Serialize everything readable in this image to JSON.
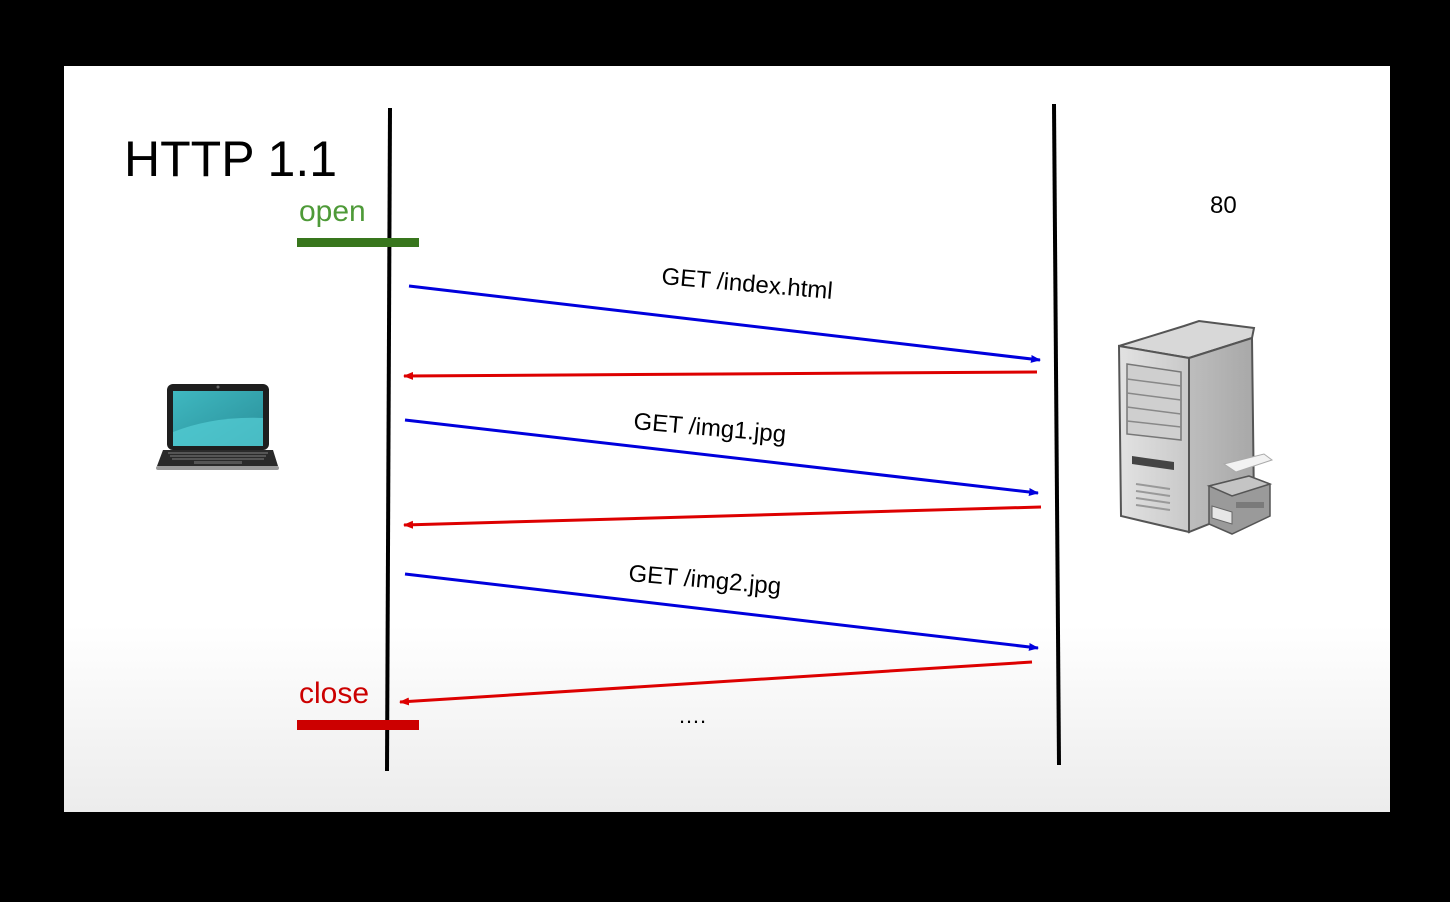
{
  "slide": {
    "title": "HTTP 1.1",
    "open_label": "open",
    "close_label": "close",
    "port_label": "80",
    "ellipsis": "….",
    "colors": {
      "open": "#38761d",
      "close": "#cc0000",
      "request": "#0000dd",
      "response": "#dd0000",
      "lifeline": "#000000"
    },
    "icons": {
      "client": "laptop-icon",
      "server": "server-tower-icon"
    },
    "messages": [
      {
        "label": "GET /index.html",
        "direction": "client-to-server"
      },
      {
        "label": "",
        "direction": "server-to-client"
      },
      {
        "label": "GET /img1.jpg",
        "direction": "client-to-server"
      },
      {
        "label": "",
        "direction": "server-to-client"
      },
      {
        "label": "GET /img2.jpg",
        "direction": "client-to-server"
      },
      {
        "label": "",
        "direction": "server-to-client"
      }
    ]
  }
}
